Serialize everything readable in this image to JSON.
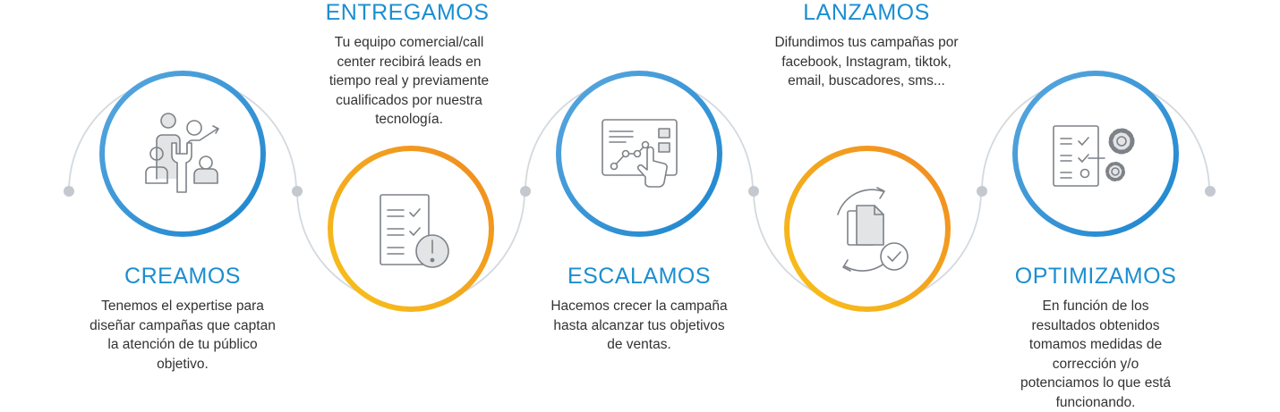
{
  "steps": [
    {
      "title": "CREAMOS",
      "icon": "team-tools-icon",
      "ring": "blue",
      "text": "Tenemos el expertise para diseñar campañas que captan la atención de tu público objetivo."
    },
    {
      "title": "ENTREGAMOS",
      "icon": "checklist-alert-icon",
      "ring": "orange",
      "text": "Tu equipo comercial/call center recibirá leads en tiempo real y previamente cualificados por nuestra tecnología."
    },
    {
      "title": "ESCALAMOS",
      "icon": "dashboard-touch-icon",
      "ring": "blue",
      "text": "Hacemos crecer la campaña hasta alcanzar tus objetivos de ventas."
    },
    {
      "title": "LANZAMOS",
      "icon": "documents-sync-icon",
      "ring": "orange",
      "text": "Difundimos tus campañas por facebook, Instagram, tiktok, email, buscadores, sms..."
    },
    {
      "title": "OPTIMIZAMOS",
      "icon": "checklist-gears-icon",
      "ring": "blue",
      "text": "En función de los resultados obtenidos tomamos medidas de corrección y/o potenciamos lo que está funcionando."
    }
  ],
  "colors": {
    "title": "#1b8ed1",
    "text": "#333333",
    "connector": "#d3d9de",
    "node": "#c3c9ce",
    "ring_blue_start": "#5aa7de",
    "ring_blue_end": "#1c86cf",
    "ring_orange_start": "#f7c31a",
    "ring_orange_end": "#f08a20",
    "icon_stroke": "#7d8288",
    "icon_fill": "#e2e4e6"
  }
}
